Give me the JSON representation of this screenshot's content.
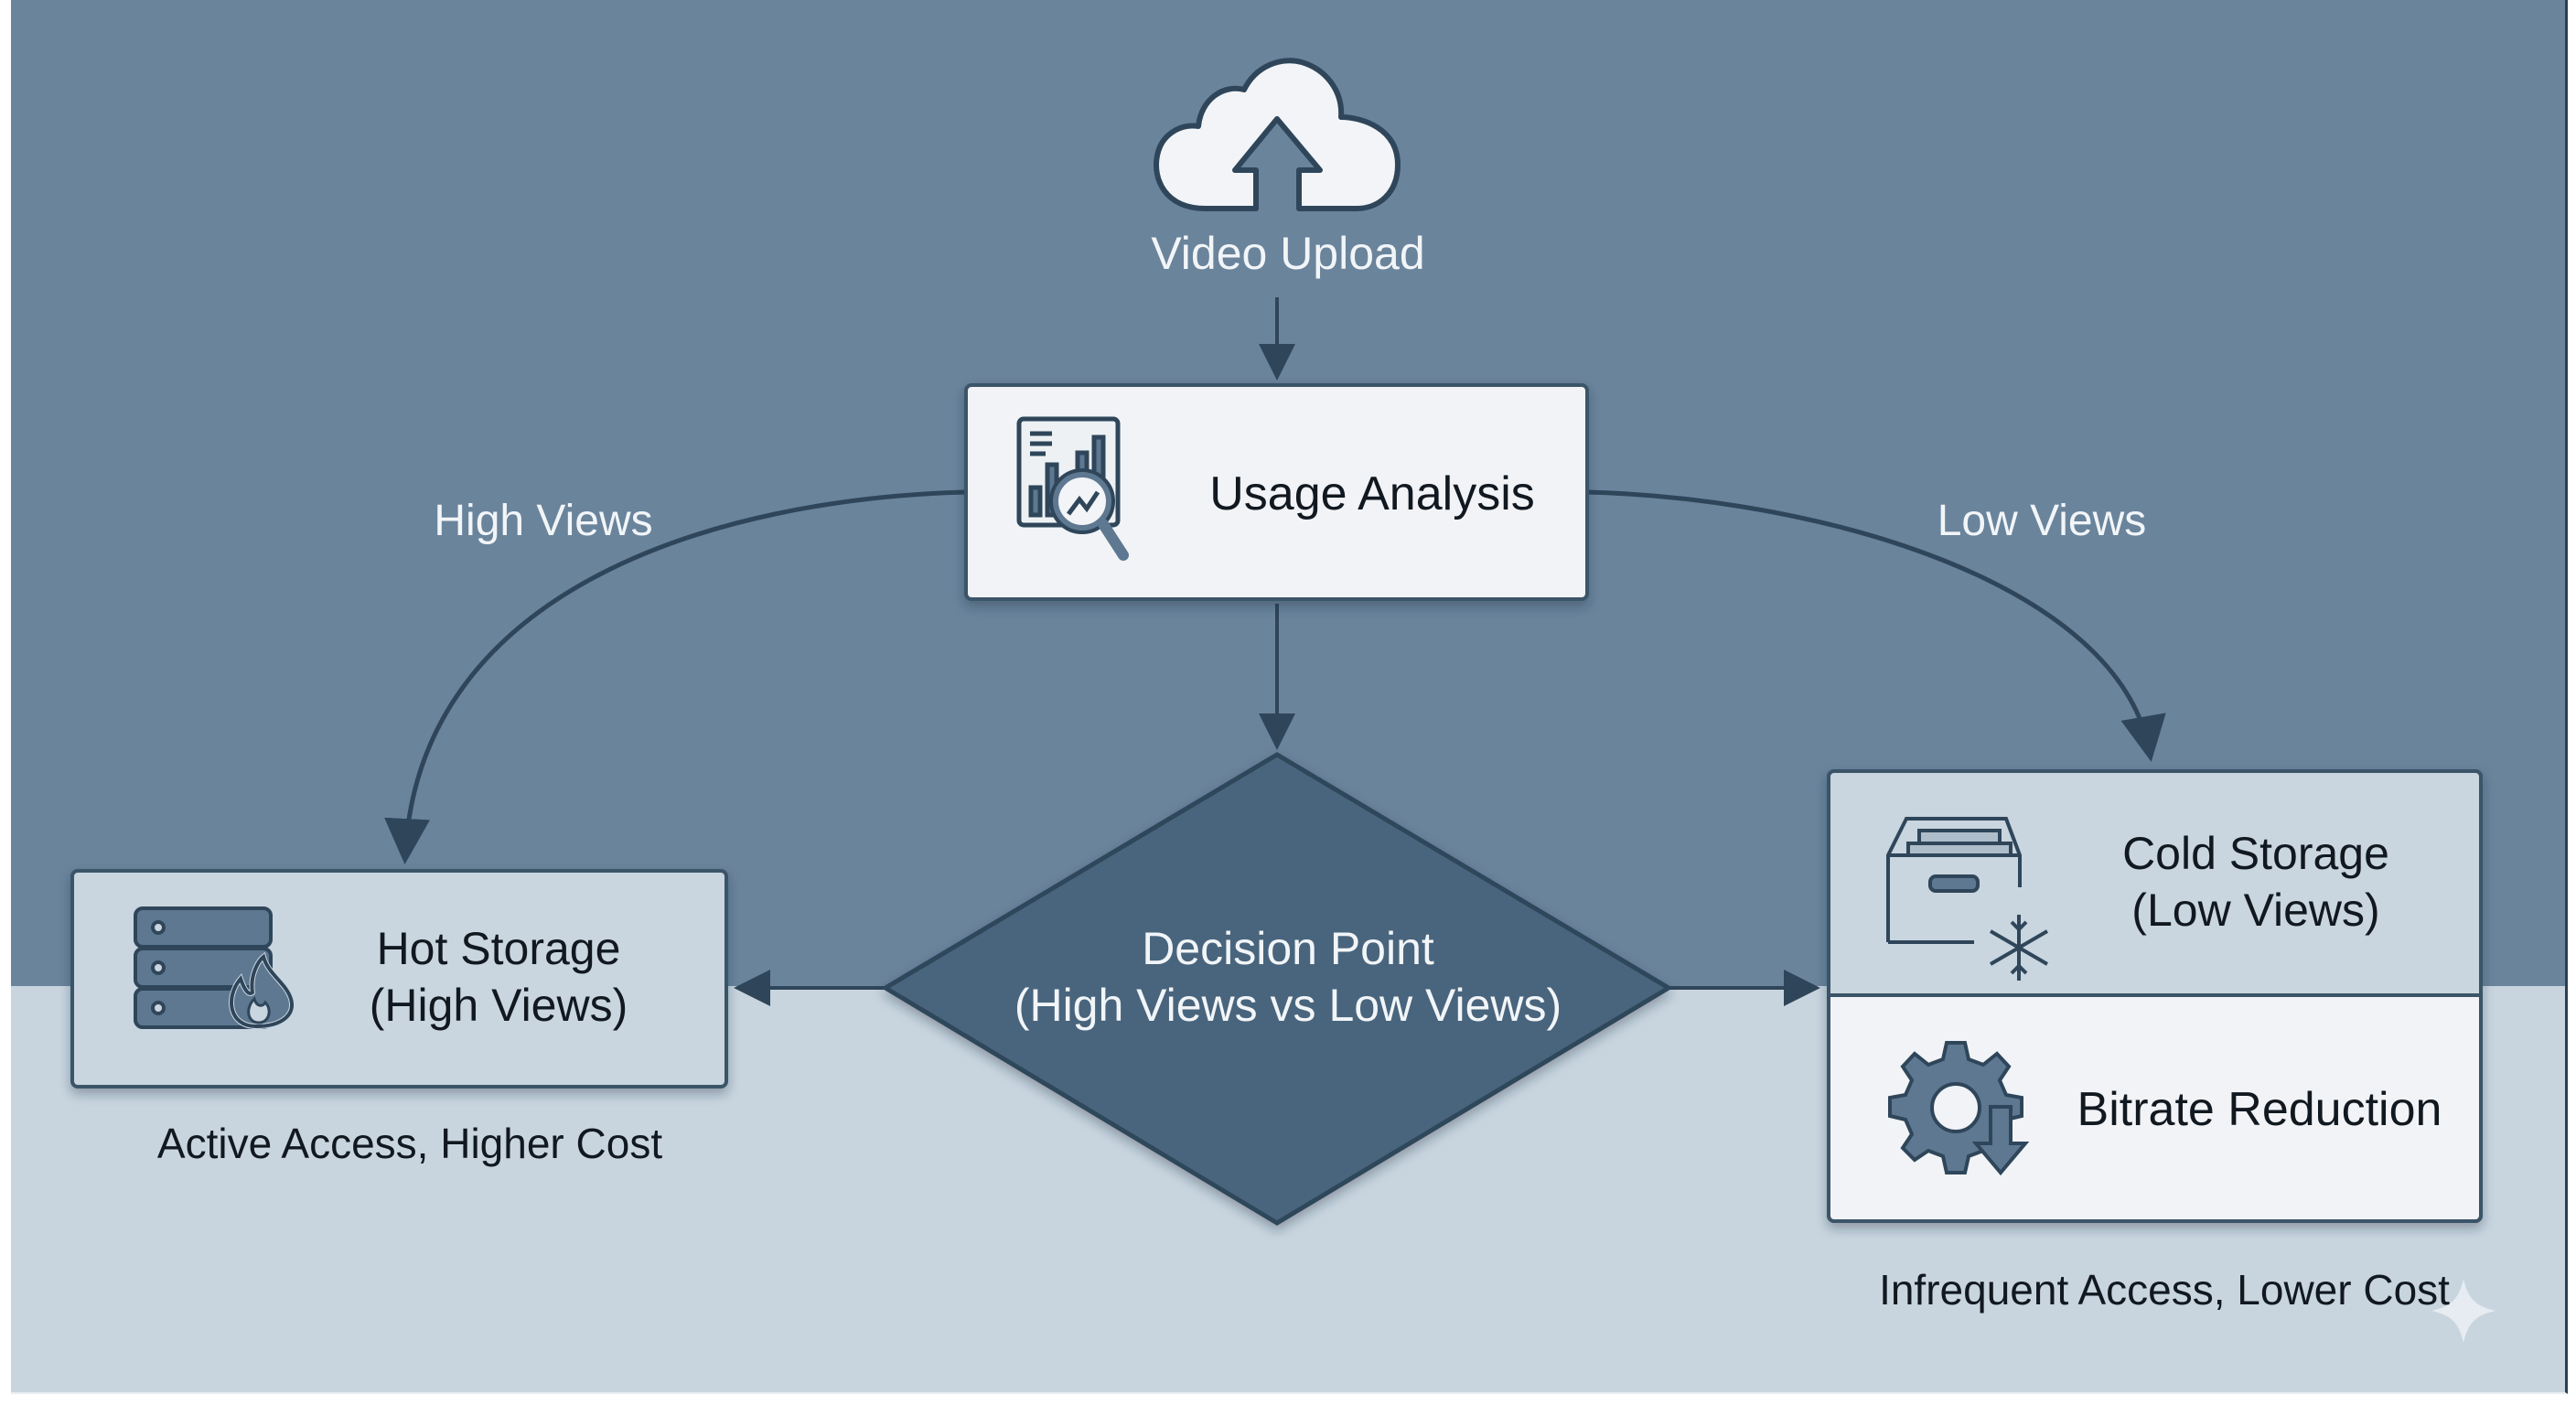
{
  "colors": {
    "top_band": "#6a849c",
    "bottom_band": "#c8d5df",
    "stroke": "#2f465a",
    "diamond_fill": "#4a657d",
    "box_light": "#f1f3f6",
    "box_muted": "#c8d4de",
    "icon_fill": "#5e7891"
  },
  "upload": {
    "icon": "cloud-upload-icon",
    "label": "Video Upload"
  },
  "analysis": {
    "icon": "chart-magnifier-icon",
    "label": "Usage Analysis"
  },
  "branches": {
    "left_label": "High Views",
    "right_label": "Low Views"
  },
  "decision": {
    "line1": "Decision Point",
    "line2": "(High Views vs Low Views)"
  },
  "hot": {
    "icon": "server-fire-icon",
    "line1": "Hot Storage",
    "line2": "(High Views)",
    "caption": "Active Access, Higher Cost"
  },
  "cold": {
    "icon": "archive-snowflake-icon",
    "line1": "Cold Storage",
    "line2": "(Low Views)",
    "bitrate_icon": "gear-down-arrow-icon",
    "bitrate_label": "Bitrate Reduction",
    "caption": "Infrequent Access, Lower Cost"
  }
}
